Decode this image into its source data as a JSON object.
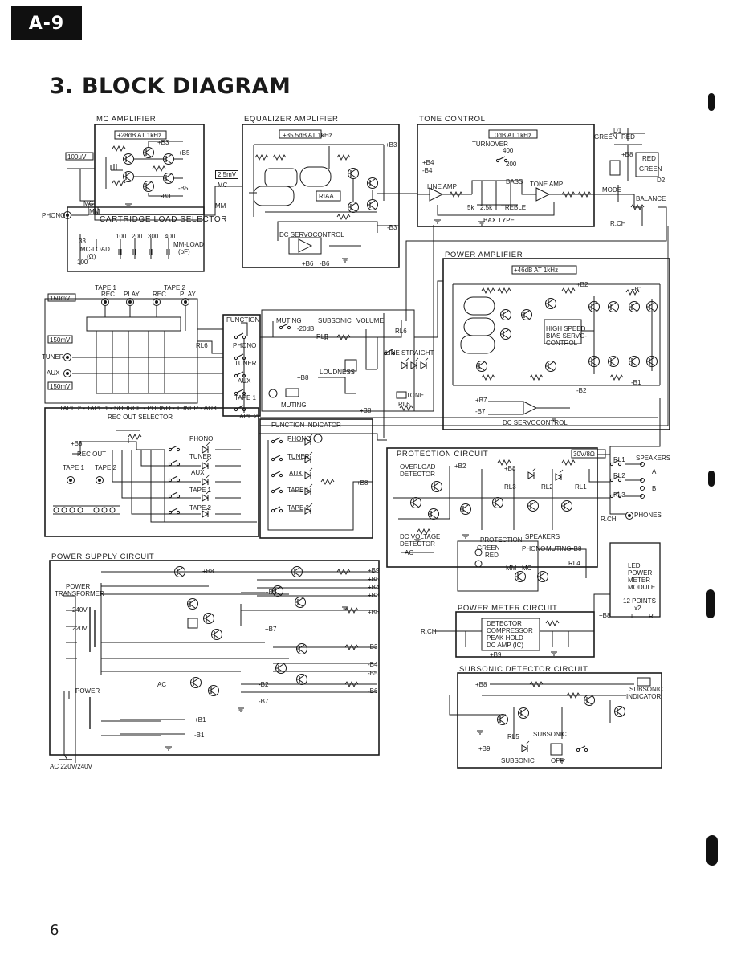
{
  "page": {
    "tag": "A-9",
    "title": "3. BLOCK DIAGRAM",
    "page_number": "6"
  },
  "blocks": {
    "mc_amp": {
      "title": "MC AMPLIFIER",
      "gain": "+28dB AT 1kHz",
      "rails": [
        "+B3",
        "+B5",
        "-B5",
        "-B3"
      ],
      "input_level": "100μV"
    },
    "cartridge_load": {
      "title": "CARTRIDGE LOAD SELECTOR",
      "mc_load_label": "MC-LOAD",
      "mc_load_unit": "(Ω)",
      "mc_values": [
        "33",
        "100"
      ],
      "mm_values": [
        "100",
        "200",
        "300",
        "400"
      ],
      "mm_load_label": "MM-LOAD",
      "mm_load_unit": "(pF)",
      "mc": "MC",
      "mm": "MM"
    },
    "eq_amp": {
      "title": "EQUALIZER AMPLIFIER",
      "gain": "+35.5dB AT 1kHz",
      "input_level": "2.5mV",
      "riaa": "RIAA",
      "servo": "DC SERVOCONTROL",
      "rails": [
        "+B3",
        "-B3",
        "+B6",
        "-B6"
      ],
      "mc": "MC",
      "mm": "MM"
    },
    "tone": {
      "title": "TONE CONTROL",
      "gain": "0dB AT 1kHz",
      "turnover": "TURNOVER",
      "t400": "400",
      "t200": "200",
      "bass": "BASS",
      "treble": "TREBLE",
      "line_amp": "LINE AMP",
      "tone_amp": "TONE AMP",
      "bax": "BAX TYPE",
      "r5k": "5k",
      "r25k": "2.5k",
      "b4p": "+B4",
      "b4m": "-B4"
    },
    "mode": {
      "green": "GREEN",
      "red": "RED",
      "b8": "+B8",
      "red2": "RED",
      "green2": "GREEN",
      "mode": "MODE",
      "balance": "BALANCE",
      "rch": "R.CH",
      "d1": "D1",
      "d2": "D2"
    },
    "power_amp": {
      "title": "POWER AMPLIFIER",
      "gain": "+46dB AT 1kHz",
      "hsbs": [
        "HIGH SPEED",
        "BIAS SERVO-",
        "CONTROL"
      ],
      "servo": "DC SERVOCONTROL",
      "rails": [
        "+B2",
        "+B1",
        "-B2",
        "-B1",
        "+B7",
        "-B7"
      ]
    },
    "inputs": {
      "phono": "PHONO",
      "level_150": "150mV",
      "tuner": "TUNER",
      "aux": "AUX",
      "tape1": "TAPE 1",
      "tape2": "TAPE 2",
      "rec": "REC",
      "play": "PLAY",
      "function": "FUNCTION",
      "rl6": "RL6",
      "sw_phono": "PHONO",
      "sw_tuner": "TUNER",
      "sw_aux": "AUX",
      "sw_tape1": "TAPE 1",
      "sw_tape2": "TAPE 2"
    },
    "muting": {
      "muting": "MUTING",
      "m20db": "-20dB",
      "subsonic": "SUBSONIC",
      "volume": "VOLUME",
      "rl5": "RL5",
      "loudness": "LOUDNESS",
      "b8": "+B8",
      "muting2": "MUTING",
      "rl6": "RL6",
      "line_straight": "LINE STRAIGHT",
      "tone": "TONE",
      "rl6b": "RL6",
      "b8b": "+B8"
    },
    "rec_out": {
      "sequence": "TAPE 2 - TAPE 1 - SOURCE - PHONO - TUNER - AUX",
      "title": "REC OUT SELECTOR",
      "b8": "+B8",
      "rec_out": "REC OUT",
      "tape1": "TAPE 1",
      "tape2": "TAPE 2",
      "phono": "PHONO",
      "tuner": "TUNER",
      "aux": "AUX",
      "t1": "TAPE 1",
      "t2": "TAPE 2"
    },
    "func_ind": {
      "title": "FUNCTION INDICATOR",
      "phono": "PHONO",
      "tuner": "TUNER",
      "aux": "AUX",
      "tape1": "TAPE 1",
      "tape2": "TAPE 2",
      "b8": "+B8"
    },
    "protection": {
      "title": "PROTECTION CIRCUIT",
      "overload": [
        "OVERLOAD",
        "DETECTOR"
      ],
      "b2": "+B2",
      "b8": "+B8",
      "rl3": "RL3",
      "rl2": "RL2",
      "rl1": "RL1",
      "dc": [
        "DC VOLTAGE",
        "DETECTOR"
      ],
      "ac": "AC",
      "prot": "PROTECTION",
      "speakers": "SPEAKERS",
      "green": "GREEN",
      "red": "RED",
      "phono": "PHONO",
      "muting": "MUTING",
      "b8b": "+B8",
      "mm": "MM",
      "mc": "MC",
      "rl4": "RL4",
      "out_level": "30V/8Ω",
      "spk": "SPEAKERS",
      "rl1b": "RL1",
      "rl2b": "RL2",
      "rl3b": "RL3",
      "a": "A",
      "b": "B",
      "rch": "R.CH",
      "phones": "PHONES"
    },
    "psu": {
      "title": "POWER SUPPLY CIRCUIT",
      "transformer": [
        "POWER",
        "TRANSFORMER"
      ],
      "v240": "240V",
      "v220": "220V",
      "power": "POWER",
      "ac_in": "AC 220V/240V",
      "ac": "AC",
      "rails": [
        "+B8",
        "+B9",
        "+B5",
        "+B4",
        "+B3",
        "+B2",
        "+B6",
        "+B7",
        "-B3",
        "-B4",
        "-B5",
        "-B2",
        "-B6",
        "-B7",
        "+B1",
        "-B1"
      ]
    },
    "power_meter": {
      "title": "POWER METER CIRCUIT",
      "lines": [
        "DETECTOR",
        "COMPRESSOR",
        "PEAK HOLD",
        "DC AMP      (IC)"
      ],
      "b9": "+B9",
      "b8": "+B8",
      "rch": "R.CH",
      "led": [
        "LED",
        "POWER",
        "METER",
        "MODULE",
        "",
        "12 POINTS",
        "x2"
      ],
      "l": "L",
      "r": "R"
    },
    "subsonic_det": {
      "title": "SUBSONIC DETECTOR CIRCUIT",
      "b8": "+B8",
      "b9": "+B9",
      "indicator": [
        "SUBSONIC",
        "INDICATOR"
      ],
      "rl5": "RL5",
      "subsonic": "SUBSONIC",
      "subsonic2": "SUBSONIC",
      "off": "OFF"
    }
  }
}
